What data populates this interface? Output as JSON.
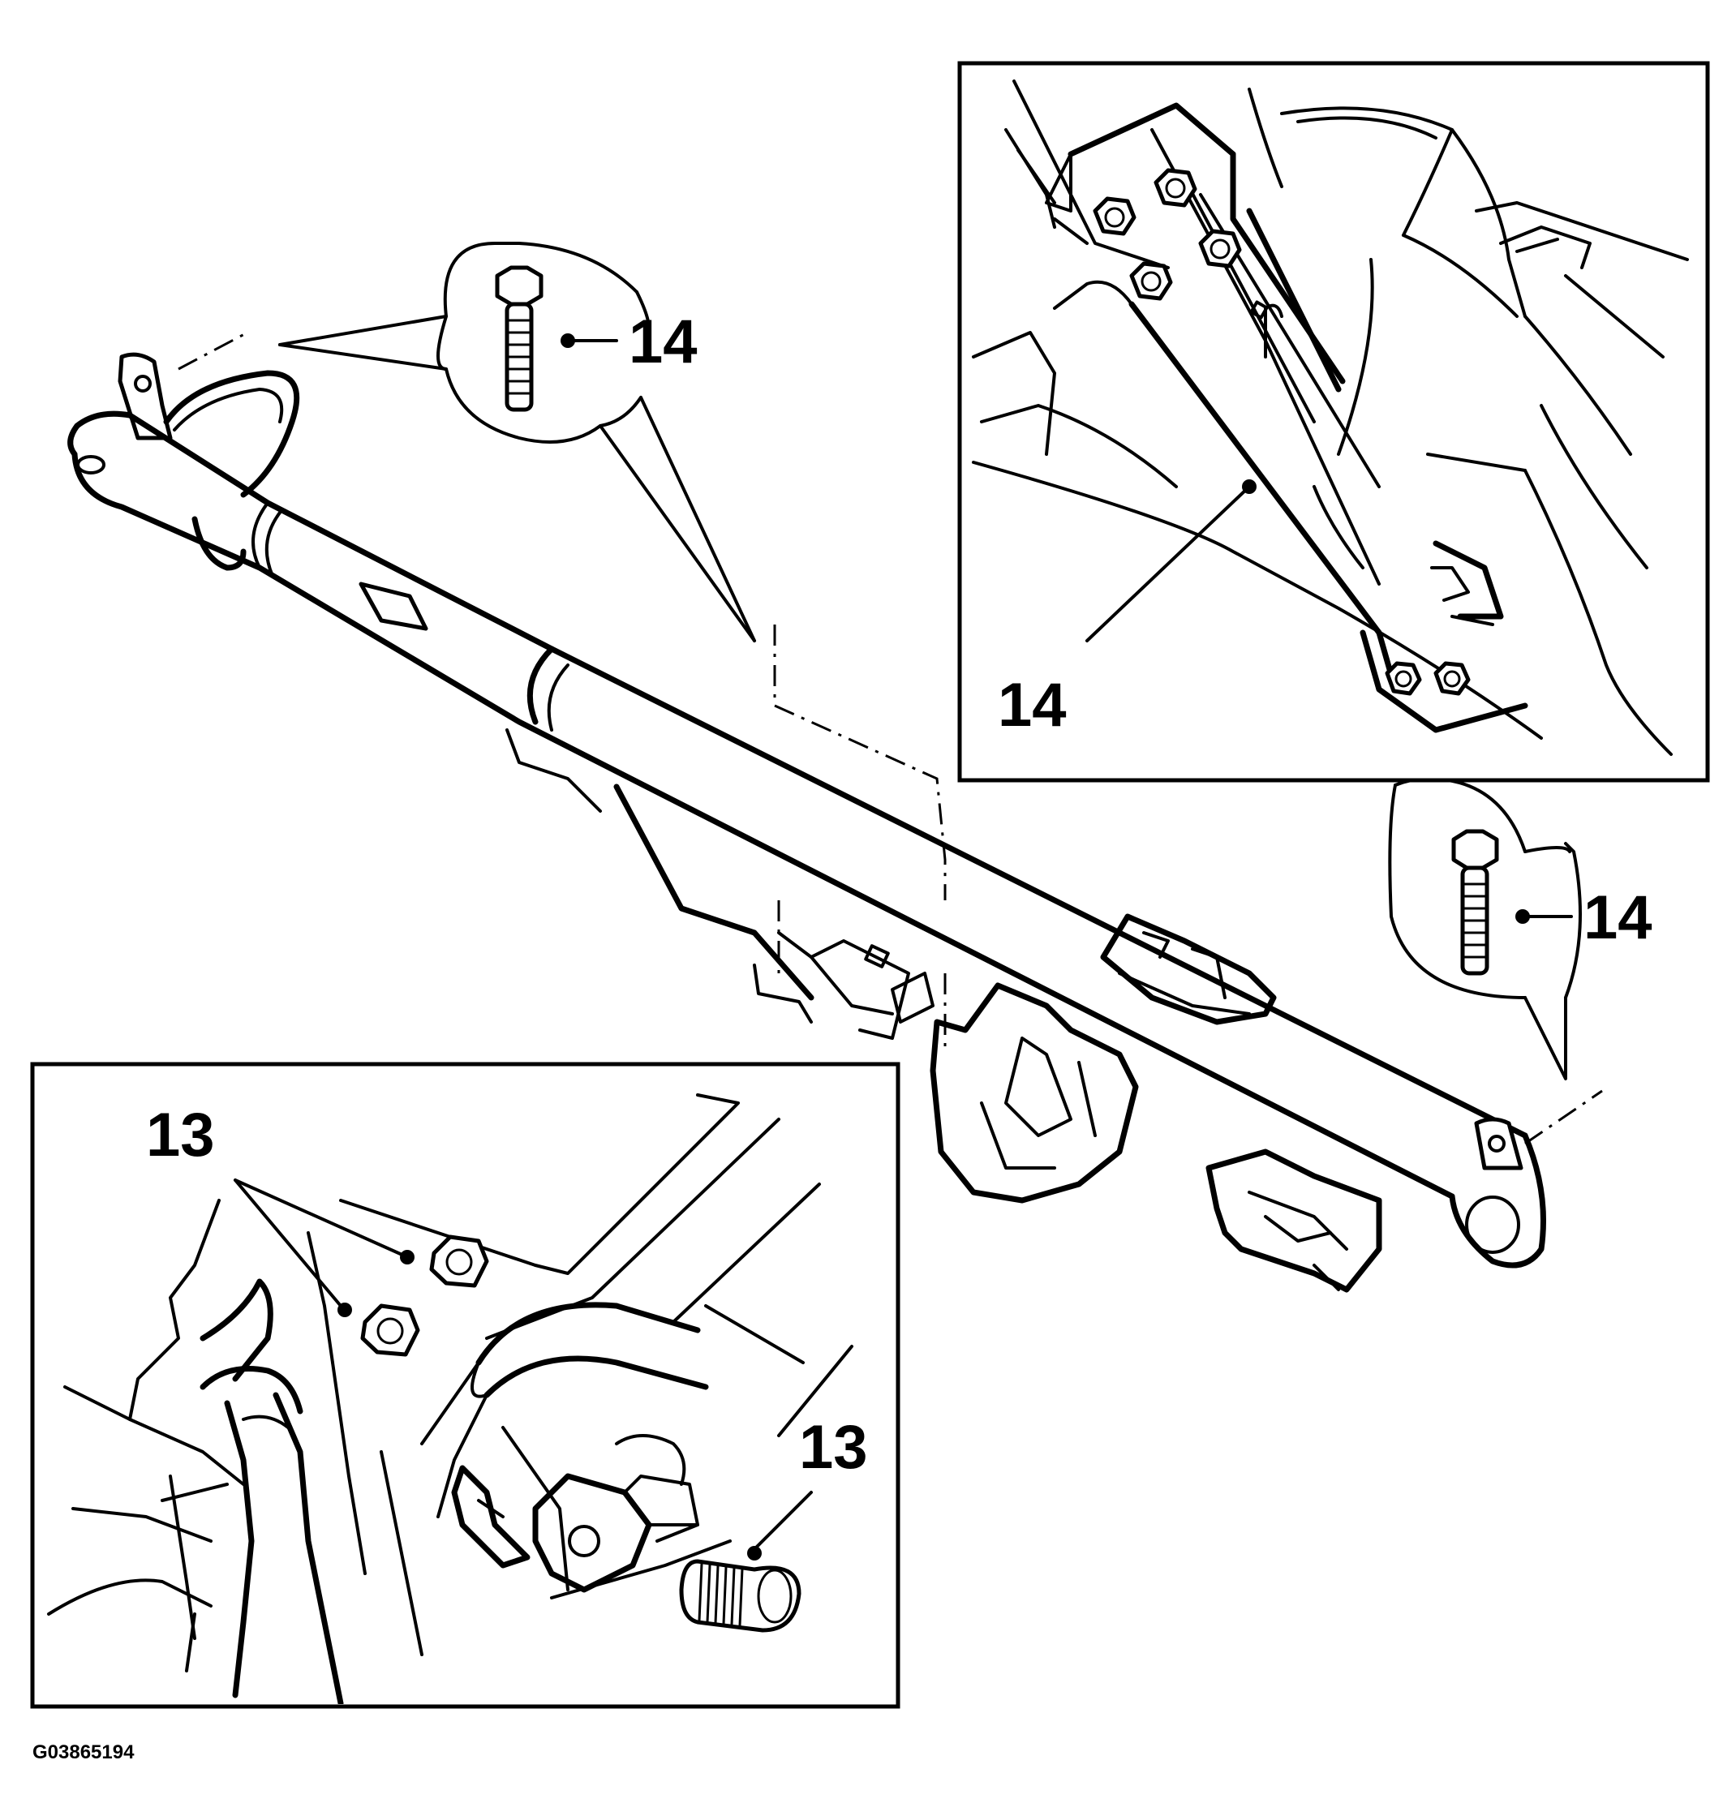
{
  "callouts": {
    "top_left_bolt": "14",
    "top_right_inset": "14",
    "right_bolt": "14",
    "bottom_inset_nuts": "13",
    "bottom_inset_bolt": "13"
  },
  "figure_id": "G03865194",
  "icons": [
    "bolt-icon",
    "nut-icon",
    "cross-car-beam-illustration"
  ],
  "colors": {
    "line": "#000000",
    "background": "#ffffff"
  }
}
